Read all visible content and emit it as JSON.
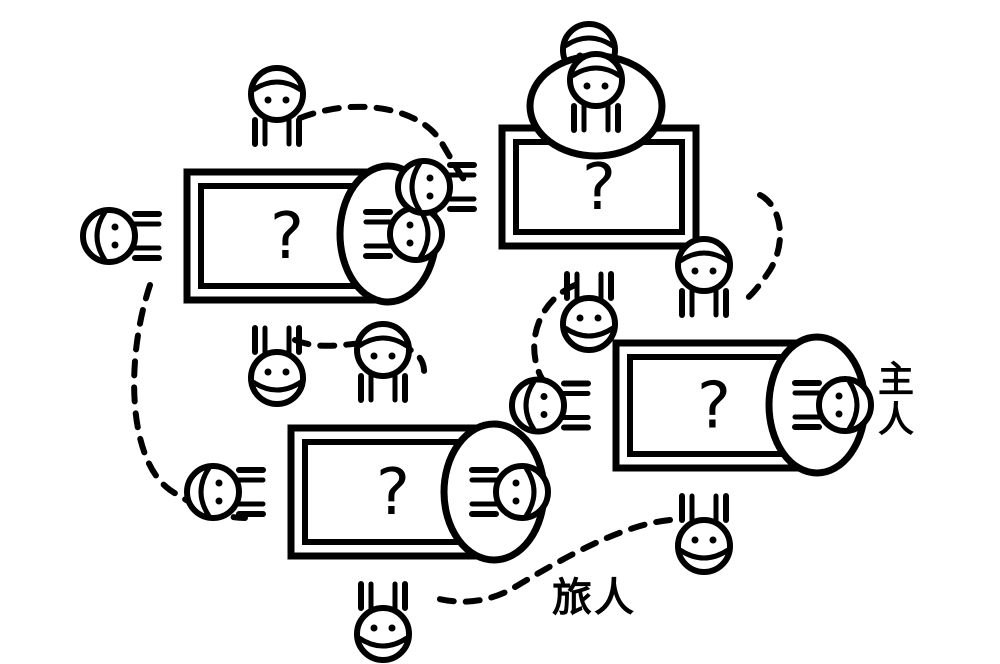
{
  "labels": {
    "traveler": "旅人",
    "host": "主人"
  },
  "tables": [
    {
      "id": "table-1",
      "mark": "?",
      "hosted": true
    },
    {
      "id": "table-2",
      "mark": "?",
      "hosted": true
    },
    {
      "id": "table-3",
      "mark": "?",
      "hosted": true
    },
    {
      "id": "table-4",
      "mark": "?",
      "hosted": true
    }
  ],
  "colors": {
    "ink": "#000000",
    "paper": "#ffffff"
  }
}
